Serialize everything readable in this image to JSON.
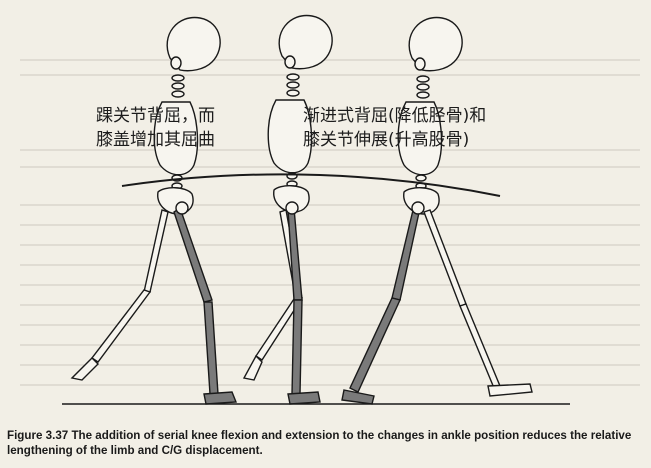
{
  "annotations": {
    "left": {
      "line1": "踝关节背屈，而",
      "line2": "膝盖增加其屈曲"
    },
    "right": {
      "line1": "渐进式背屈(降低胫骨)和",
      "line2": "膝关节伸展(升高股骨)"
    }
  },
  "caption": {
    "label": "Figure 3.37",
    "text": "The addition of serial knee flexion and extension to the changes in ankle position reduces the relative lengthening of the limb and C/G displacement."
  },
  "colors": {
    "page": "#f2efe6",
    "stance_leg": "#7a7a7a",
    "outline": "#1a1a1a"
  }
}
